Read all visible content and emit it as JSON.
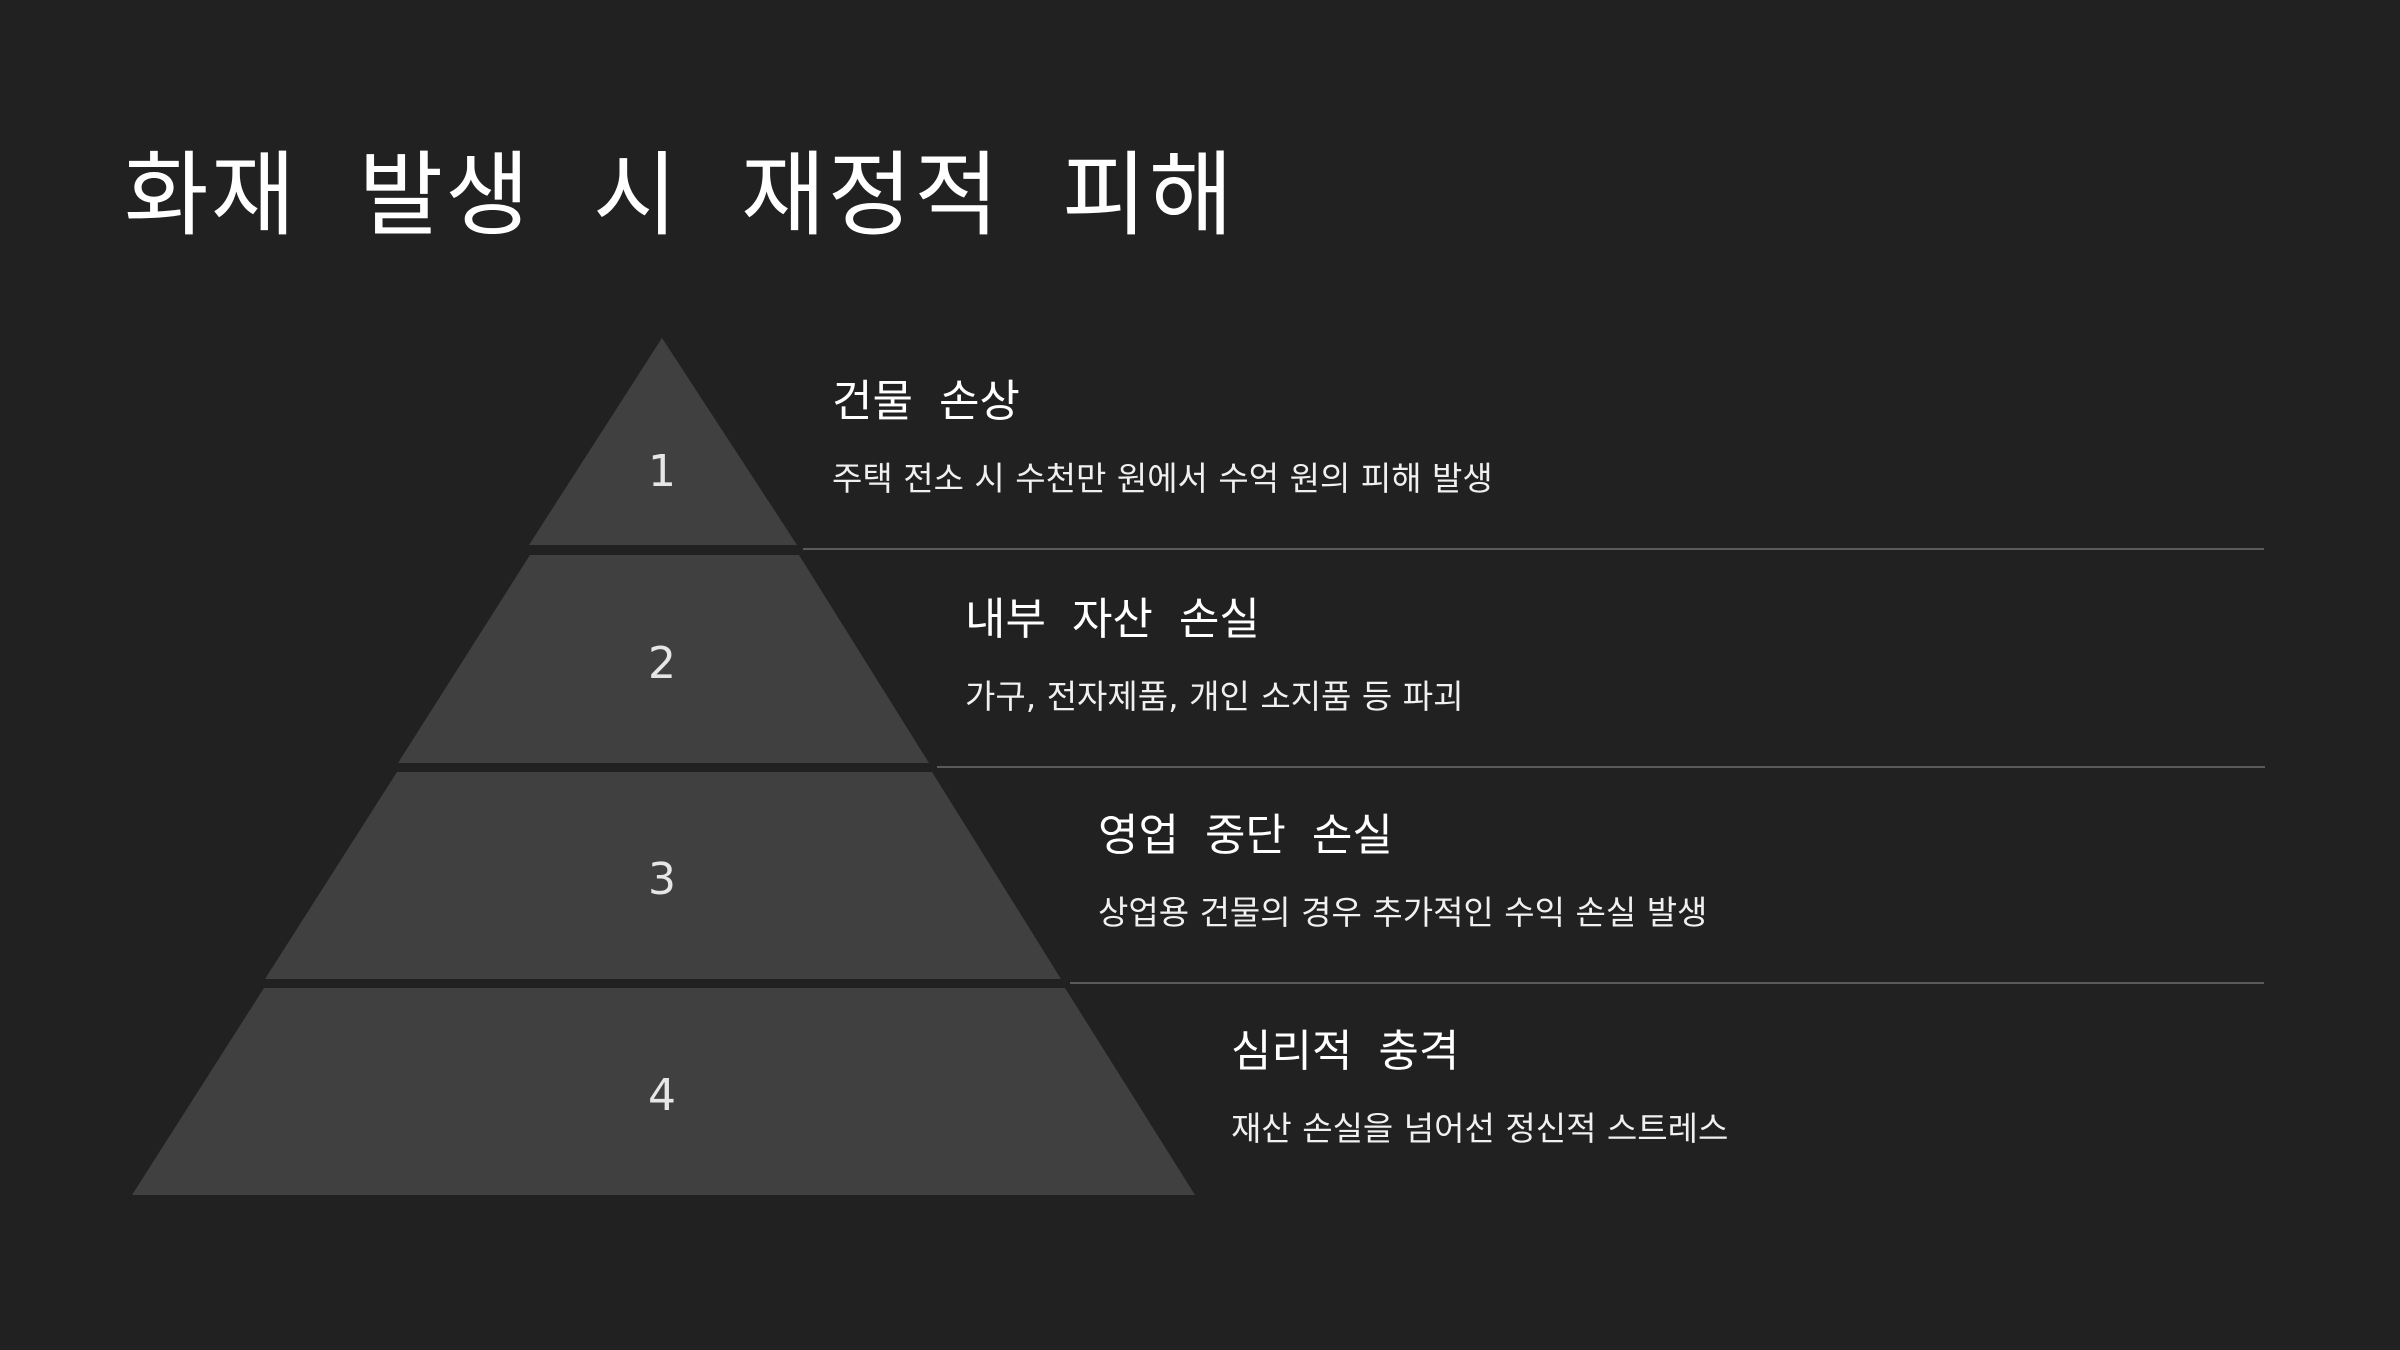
{
  "slide": {
    "title": "화재 발생 시 재정적 피해",
    "background": "#212121",
    "tier_fill": "#404040"
  },
  "tiers": [
    {
      "number": "1",
      "heading": "건물 손상",
      "description": "주택 전소 시 수천만 원에서 수억 원의 피해 발생"
    },
    {
      "number": "2",
      "heading": "내부 자산 손실",
      "description": "가구, 전자제품, 개인 소지품 등 파괴"
    },
    {
      "number": "3",
      "heading": "영업 중단 손실",
      "description": "상업용 건물의 경우 추가적인 수익 손실 발생"
    },
    {
      "number": "4",
      "heading": "심리적 충격",
      "description": "재산 손실을 넘어선 정신적 스트레스"
    }
  ]
}
